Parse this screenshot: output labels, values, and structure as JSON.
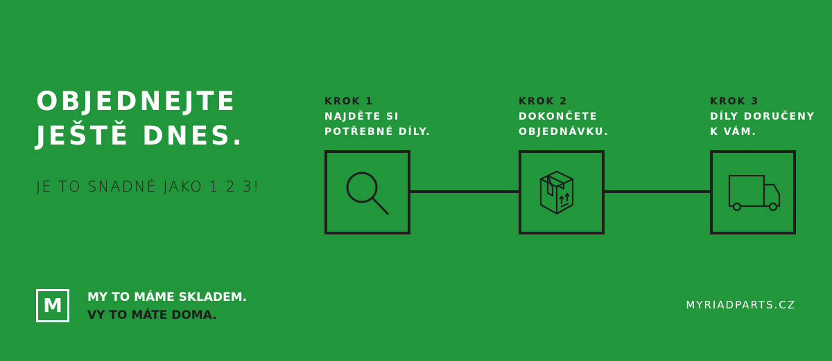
{
  "headline": [
    "OBJEDNEJTE",
    "JEŠTĚ DNES."
  ],
  "subtitle": "JE TO SNADNÉ JAKO 1 2 3!",
  "steps": [
    {
      "label": "KROK 1",
      "lines": [
        "NAJDĚTE SI",
        "POTŘEBNÉ DÍLY."
      ],
      "icon": "search-icon"
    },
    {
      "label": "KROK 2",
      "lines": [
        "DOKONČETE",
        "OBJEDNÁVKU."
      ],
      "icon": "box-icon"
    },
    {
      "label": "KROK 3",
      "lines": [
        "DÍLY DORUČENY",
        "K VÁM."
      ],
      "icon": "truck-icon"
    }
  ],
  "logo": "M",
  "tagline": [
    "MY TO MÁME SKLADEM.",
    "VY TO MÁTE DOMA."
  ],
  "url": "MYRIADPARTS.CZ",
  "colors": {
    "background": "#21963a",
    "dark": "#1e1e1e",
    "white": "#ffffff"
  }
}
